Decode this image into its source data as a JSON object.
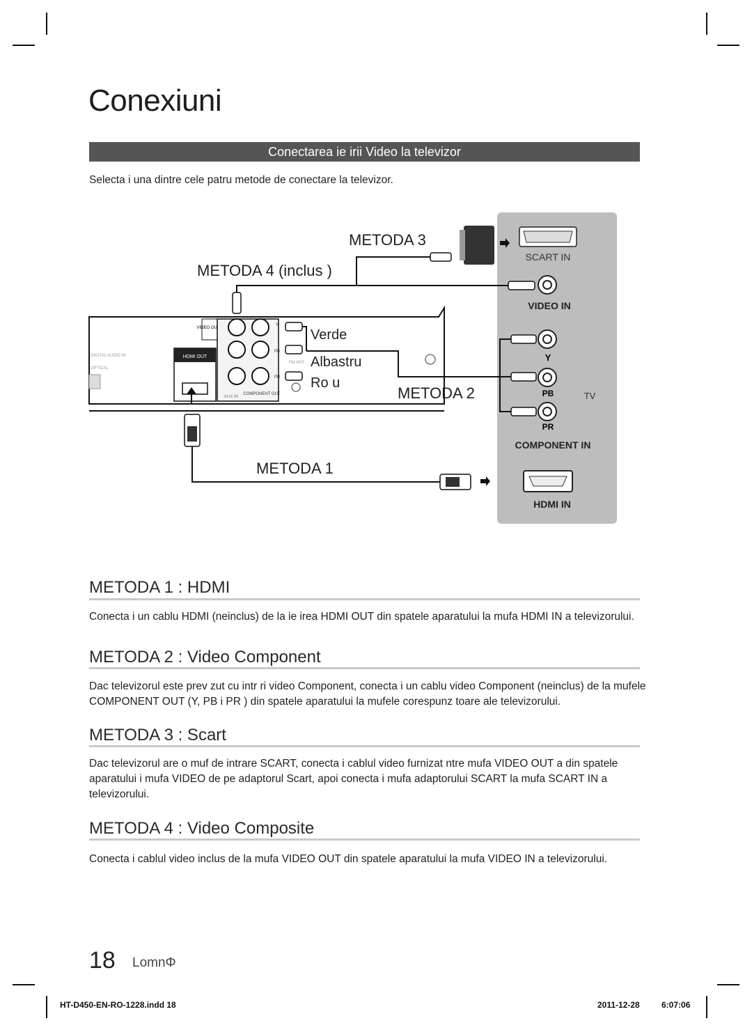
{
  "page": {
    "title": "Conexiuni",
    "section_header": "Conectarea ie irii Video la televizor",
    "intro": "Selecta i una dintre cele patru metode de conectare la televizor."
  },
  "diagram": {
    "label_metoda3": "METODA 3",
    "label_metoda4": "METODA 4 (inclus )",
    "label_metoda2": "METODA 2",
    "label_metoda1": "METODA 1",
    "color_verde": "Verde",
    "color_albastru": "Albastru",
    "color_rosu": "Ro u",
    "tv_label": "TV",
    "scart_in": "SCART IN",
    "video_in": "VIDEO IN",
    "y_label": "Y",
    "pb_label": "PB",
    "pr_label": "PR",
    "component_in": "COMPONENT  IN",
    "hdmi_in": "HDMI IN",
    "unit_video_out": "VIDEO OUT",
    "unit_hdmi_out": "HDMI OUT",
    "unit_component_out": "COMPONENT OUT",
    "unit_aux_in": "AUX IN",
    "unit_digital_in": "DIGITAL AUDIO IN",
    "unit_optical": "OPTICAL",
    "unit_y": "Y",
    "unit_pb": "PB",
    "unit_pr": "PR",
    "unit_fm_ant": "FM ANT"
  },
  "methods": [
    {
      "heading": "METODA 1 : HDMI",
      "body": "Conecta i un cablu HDMI (neinclus) de la ie irea HDMI OUT din spatele aparatului la mufa HDMI IN a televizorului."
    },
    {
      "heading": "METODA 2 : Video Component",
      "body": "Dac  televizorul este prev zut cu intr ri video Component, conecta i un cablu video Component (neinclus) de la mufele COMPONENT OUT (Y, PB  i PR ) din spatele aparatului la mufele corespunz toare ale televizorului."
    },
    {
      "heading": "METODA 3 : Scart",
      "body": "Dac  televizorul are o muf  de intrare SCART, conecta i cablul video furnizat  ntre mufa VIDEO OUT a din spatele aparatului  i mufa VIDEO de pe adaptorul Scart, apoi conecta i mufa adaptorului SCART la mufa SCART IN a televizorului."
    },
    {
      "heading": "METODA 4 : Video Composite",
      "body": "Conecta i cablul video inclus de la mufa VIDEO OUT din spatele aparatului la mufa VIDEO IN a televizorului."
    }
  ],
  "footer": {
    "page_number": "18",
    "page_label": "LomnΦ",
    "file": "HT-D450-EN-RO-1228.indd   18",
    "date": "2011-12-28",
    "time": "6:07:06"
  }
}
